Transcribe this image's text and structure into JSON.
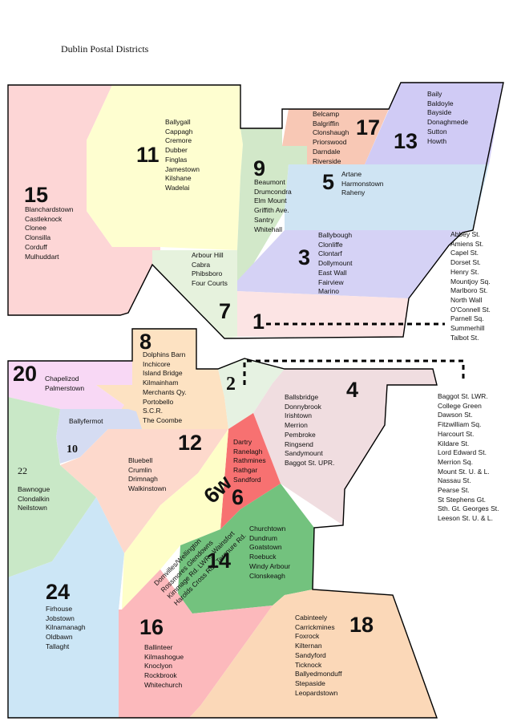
{
  "title": "Dublin Postal Districts",
  "colors": {
    "d15": "#fdd6d6",
    "d11": "#fefed0",
    "d9": "#d2e8c9",
    "d17": "#f8c8b5",
    "d13": "#d0cbf5",
    "d5": "#cfe4f3",
    "d3": "#d5d2f5",
    "d1": "#fce4e4",
    "d7": "#e6f2dd",
    "d8": "#fde2c2",
    "d20": "#f8d8f5",
    "d10": "#d5dcf2",
    "d2": "#e6f2e2",
    "d4": "#f0dde0",
    "d12": "#fdd9cc",
    "d6": "#f77171",
    "d6w": "#fefec8",
    "d22": "#c9e8c7",
    "d24": "#cce6f6",
    "d14": "#73c27e",
    "d16": "#fcb9bc",
    "d18": "#fbd8b8",
    "outline": "#000000"
  },
  "districts": {
    "d15": {
      "number": "15",
      "areas": "Blanchardstown\nCastleknock\nClonee\nClonsilla\nCorduff\nMulhuddart"
    },
    "d11": {
      "number": "11",
      "areas": "Ballygall\nCappagh\nCremore\nDubber\nFinglas\nJamestown\nKilshane\nWadelai"
    },
    "d9": {
      "number": "9",
      "areas": "Beaumont\nDrumcondra\nElm Mount\nGriffith Ave.\nSantry\nWhitehall"
    },
    "d17": {
      "number": "17",
      "areas": "Belcamp\nBalgriffin\nClonshaugh\nPriorswood\nDarndale\nRiverside"
    },
    "d13": {
      "number": "13",
      "areas": "Baily\nBaldoyle\nBayside\nDonaghmede\nSutton\nHowth"
    },
    "d5": {
      "number": "5",
      "areas": "Artane\nHarmonstown\nRaheny"
    },
    "d3": {
      "number": "3",
      "areas": "Ballybough\nClonliffe\nClontarf\nDollymount\nEast Wall\nFairview\nMarino"
    },
    "d7": {
      "number": "7",
      "areas": "Arbour Hill\nCabra\nPhibsboro\nFour Courts"
    },
    "d1": {
      "number": "1",
      "areas": "Abbey St.\nAmiens St.\nCapel St.\nDorset St.\nHenry St.\nMountjoy Sq.\nMarlboro St.\nNorth Wall\nO'Connell St.\nParnell Sq.\nSummerhill\nTalbot St."
    },
    "d8": {
      "number": "8",
      "areas": "Dolphins Barn\nInchicore\nIsland Bridge\nKilmainham\nMerchants Qy.\nPortobello\nS.C.R.\nThe Coombe"
    },
    "d20": {
      "number": "20",
      "areas": "Chapelizod\nPalmerstown"
    },
    "d10": {
      "number": "10",
      "areas": "Ballyfermot"
    },
    "d2": {
      "number": "2",
      "areas": "Baggot St. LWR.\nCollege Green\nDawson St.\nFitzwilliam Sq.\nHarcourt St.\nKildare St.\nLord Edward St.\nMerrion Sq.\nMount St. U. & L.\nNassau St.\nPearse St.\nSt Stephens Gt.\nSth. Gt. Georges St.\nLeeson St. U. & L."
    },
    "d4": {
      "number": "4",
      "areas": "Ballsbridge\nDonnybrook\nIrishtown\nMerrion\nPembroke\nRingsend\nSandymount\nBaggot St. UPR."
    },
    "d12": {
      "number": "12",
      "areas": "Bluebell\nCrumlin\nDrimnagh\nWalkinstown"
    },
    "d6": {
      "number": "6",
      "areas": "Dartry\nRanelagh\nRathmines\nRathgar\nSandford"
    },
    "d6w": {
      "number": "6w",
      "areas": "Domvilles/Wellington\nRossmores Glendowns\nKimmage Rd. LWR., Wainsfort\nHarolds Cross Rd., Terenure Rd."
    },
    "d22": {
      "number": "22",
      "areas": "Bawnogue\nClondalkin\nNeilstown"
    },
    "d24": {
      "number": "24",
      "areas": "Firhouse\nJobstown\nKilnamanagh\nOldbawn\nTallaght"
    },
    "d14": {
      "number": "14",
      "areas": "Churchtown\nDundrum\nGoatstown\nRoebuck\nWindy Arbour\nClonskeagh"
    },
    "d16": {
      "number": "16",
      "areas": "Ballinteer\nKilmashogue\nKnoclyon\nRockbrook\nWhitechurch"
    },
    "d18": {
      "number": "18",
      "areas": "Cabinteely\nCarrickmines\nFoxrock\nKilternan\nSandyford\nTicknock\nBallyedmonduff\nStepaside\nLeopardstown"
    }
  }
}
